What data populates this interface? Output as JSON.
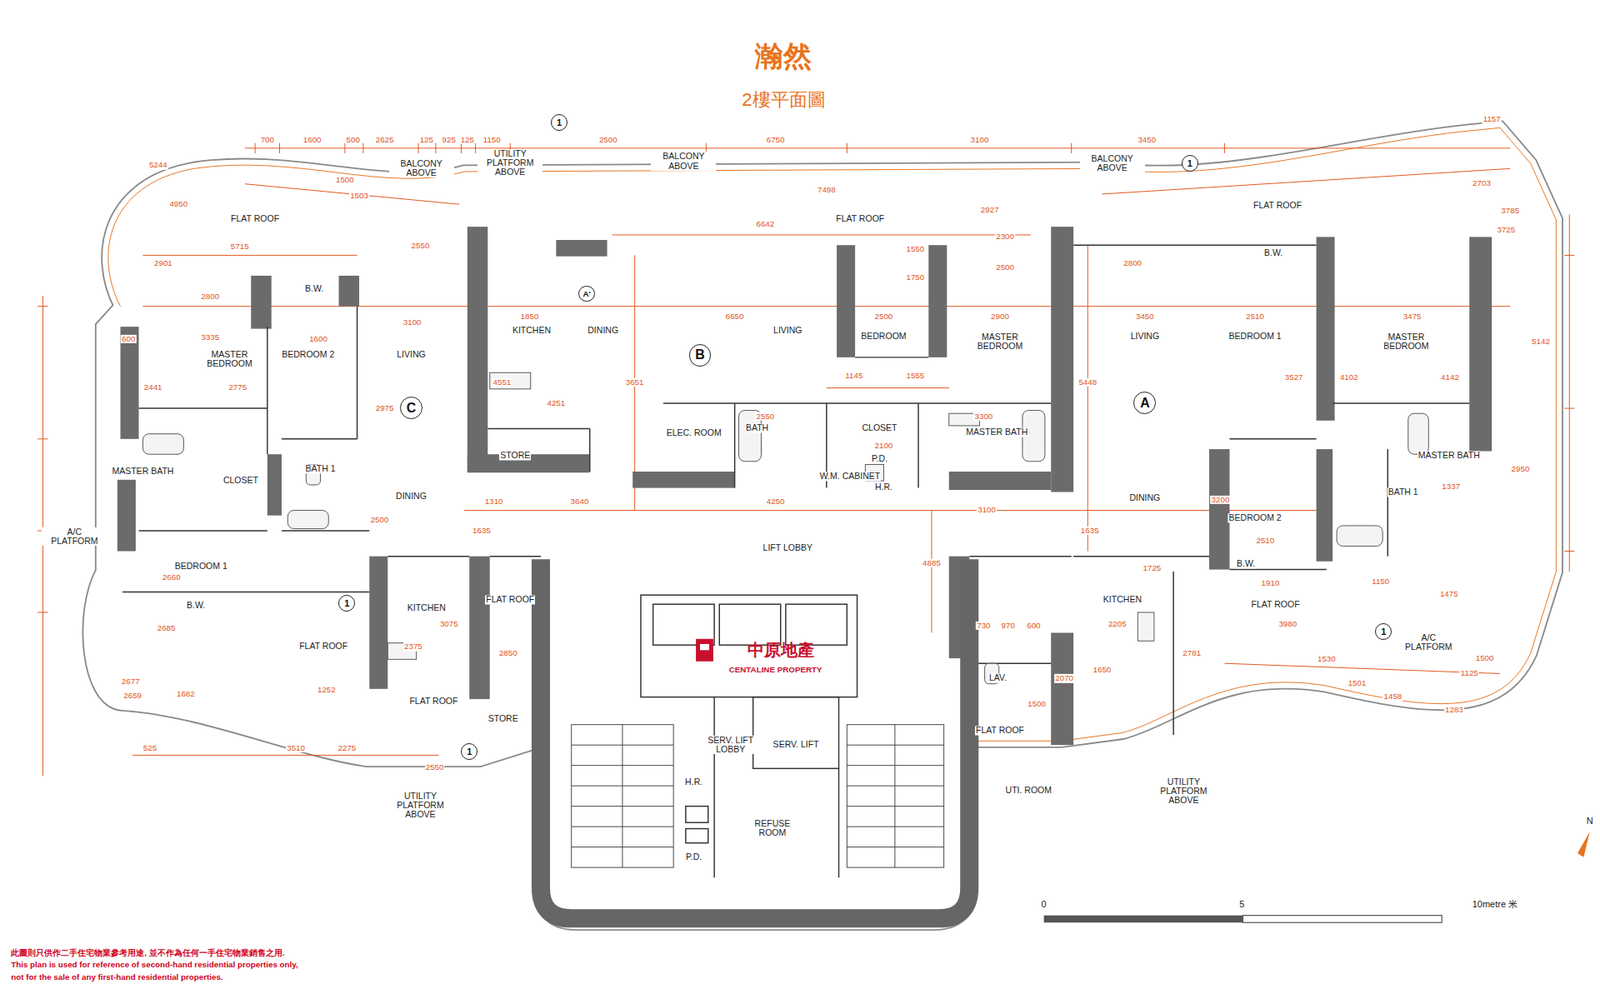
{
  "diagram": {
    "title": "瀚然",
    "nodes": [
      {
        "text": [
          "C"
        ]
      },
      {
        "text": [
          "B"
        ]
      },
      {
        "text": [
          "A"
        ]
      },
      {
        "text": [
          "1"
        ]
      },
      {
        "text": [
          "1"
        ]
      },
      {
        "text": [
          "1"
        ]
      },
      {
        "text": [
          "1"
        ]
      },
      {
        "text": [
          "1"
        ]
      },
      {
        "text": [
          "A'"
        ]
      }
    ],
    "labels": [
      "2樓平面圖",
      "FLAT ROOF",
      "B.W.",
      "MASTER BEDROOM",
      "BEDROOM 2",
      "LIVING",
      "MASTER BATH",
      "CLOSET",
      "BATH 1",
      "DINING",
      "A/C PLATFORM",
      "BEDROOM 1",
      "B.W.",
      "FLAT ROOF",
      "KITCHEN",
      "FLAT ROOF",
      "STORE",
      "UTILITY PLATFORM ABOVE",
      "KITCHEN",
      "DINING",
      "STORE",
      "LIVING",
      "BEDROOM",
      "MASTER BEDROOM",
      "ELEC. ROOM",
      "BATH",
      "CLOSET",
      "MASTER BATH",
      "P.D.",
      "W.M. CABINET",
      "H.R.",
      "LIFT LOBBY",
      "FLAT ROOF",
      "FLAT ROOF",
      "BALCONY ABOVE",
      "UTILITY PLATFORM ABOVE",
      "BALCONY ABOVE",
      "BALCONY ABOVE",
      "FLAT ROOF",
      "B.W.",
      "LIVING",
      "BEDROOM 1",
      "MASTER BEDROOM",
      "MASTER BATH",
      "BATH 1",
      "DINING",
      "BEDROOM 2",
      "B.W.",
      "KITCHEN",
      "FLAT ROOF",
      "A/C PLATFORM",
      "LAV.",
      "FLAT ROOF",
      "UTI. ROOM",
      "UTILITY PLATFORM ABOVE",
      "中原地產",
      "CENTALINE PROPERTY",
      "SERV. LIFT LOBBY",
      "SERV. LIFT",
      "H.R.",
      "P.D.",
      "REFUSE ROOM",
      "0",
      "5",
      "10metre 米",
      "N",
      "此圖則只供作二手住宅物業參考用途, 並不作為任何一手住宅物業銷售之用.",
      "This plan is used for reference of second-hand residential properties only,",
      "not for the sale of any first-hand residential properties.",
      "700",
      "1600",
      "500",
      "2625",
      "125",
      "925",
      "125",
      "1150",
      "2500",
      "6750",
      "3100",
      "3450",
      "1157",
      "5244",
      "4950",
      "1500",
      "1503",
      "2550",
      "5715",
      "2901",
      "2800",
      "3335",
      "1600",
      "3100",
      "600",
      "2441",
      "2775",
      "2975",
      "2500",
      "1850",
      "6650",
      "2500",
      "2900",
      "3450",
      "2510",
      "3475",
      "4551",
      "4251",
      "3651",
      "5448",
      "3527",
      "4102",
      "4142",
      "5142",
      "2950",
      "1310",
      "3640",
      "4250",
      "3100",
      "3200",
      "2510",
      "1910",
      "3980",
      "2205",
      "1635",
      "1635",
      "4885",
      "2850",
      "3075",
      "2375",
      "3510",
      "2275",
      "525",
      "2550",
      "7498",
      "6642",
      "2927",
      "2300",
      "2500",
      "1550",
      "1750",
      "2800",
      "2703",
      "3785",
      "3725",
      "1145",
      "1555",
      "2550",
      "3300",
      "2100",
      "1500",
      "1530",
      "1501",
      "1458",
      "1283",
      "1125",
      "1337",
      "1475",
      "1150",
      "2070",
      "1650",
      "1500",
      "730",
      "970",
      "600",
      "1725",
      "2781",
      "2660",
      "2685",
      "2677",
      "2659",
      "1682",
      "1252"
    ]
  }
}
